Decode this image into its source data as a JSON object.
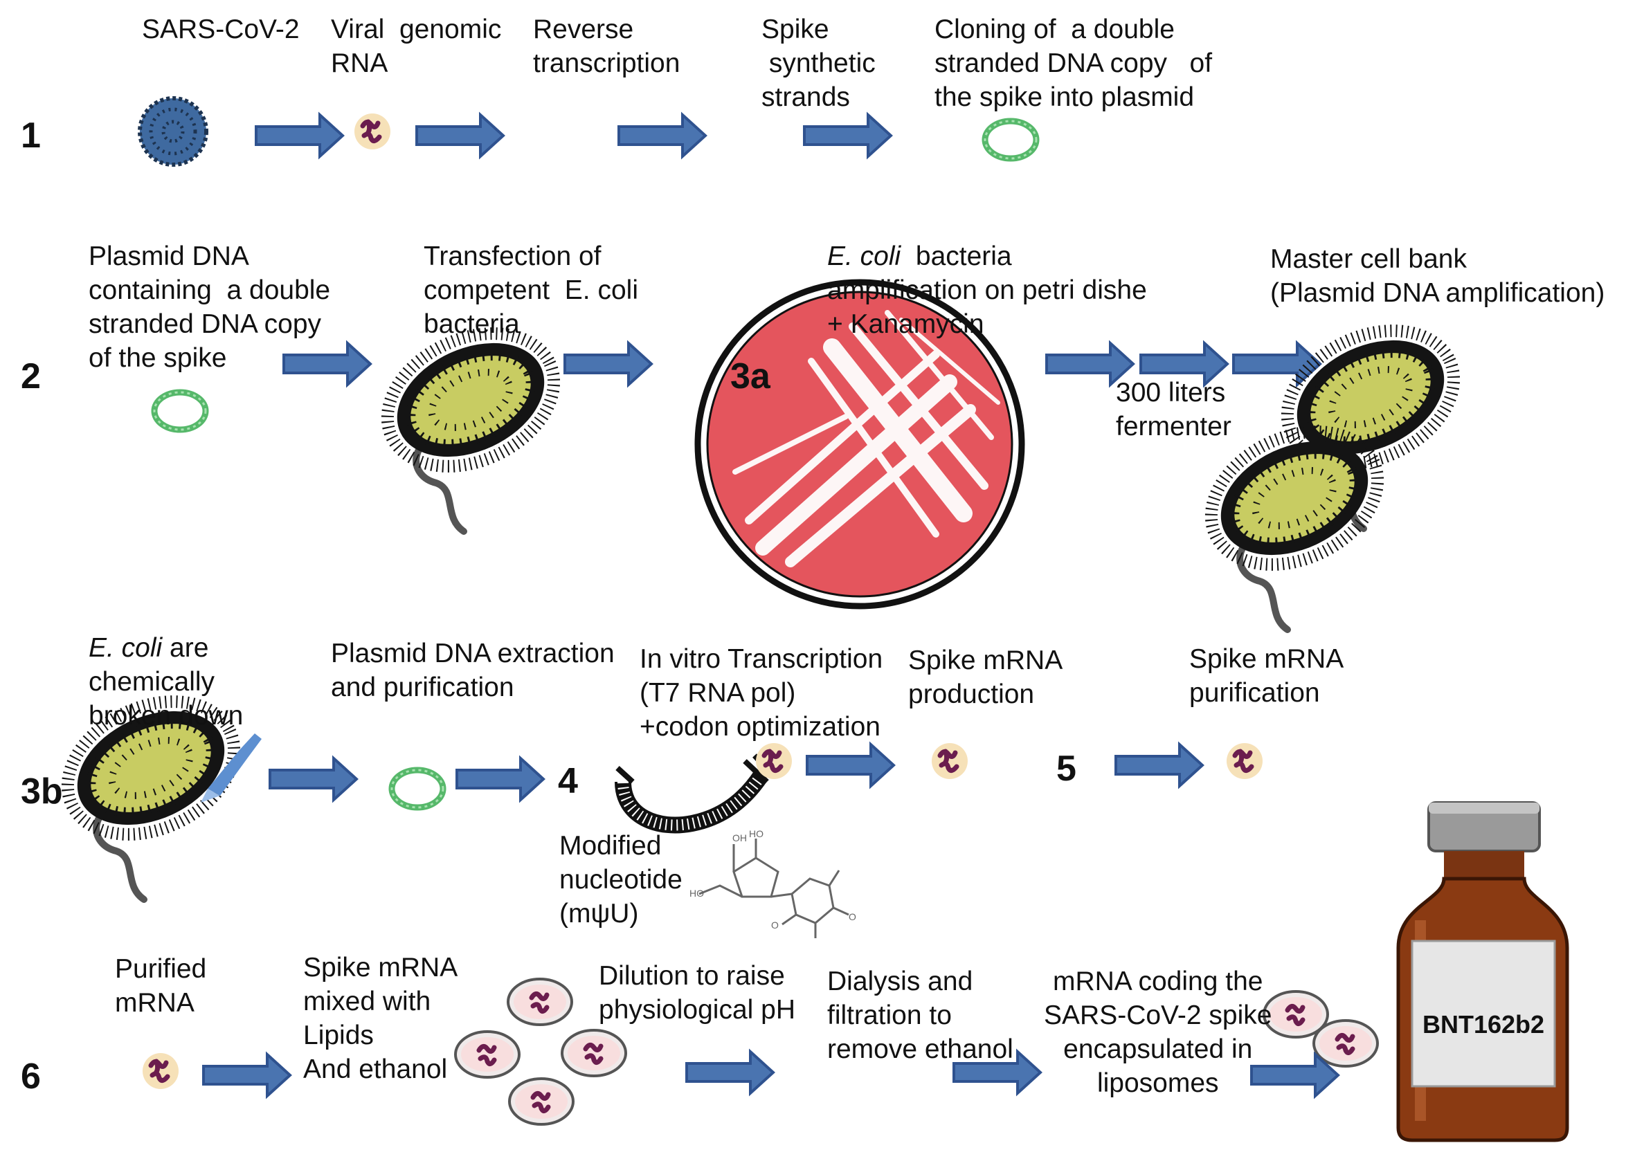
{
  "steps": {
    "s1": "1",
    "s2": "2",
    "s3a": "3a",
    "s3b": "3b",
    "s4": "4",
    "s5": "5",
    "s6": "6"
  },
  "row1": {
    "sars": "SARS-CoV-2",
    "viral_rna": "Viral  genomic\nRNA",
    "reverse": "Reverse\ntranscription",
    "spike_strands": "Spike\n synthetic\nstrands",
    "cloning": "Cloning of  a double\nstranded DNA copy   of\nthe spike into plasmid"
  },
  "row2": {
    "plasmid": "Plasmid DNA\ncontaining  a double\nstranded DNA copy\nof the spike",
    "transfection": "Transfection of\ncompetent  E. coli\nbacteria",
    "ecoli_amp_italic": "E. coli",
    "ecoli_amp_rest": "  bacteria",
    "ecoli_amp_lines": "amplification on petri dishe\n+ Kanamycin",
    "fermenter": "300 liters\nfermenter",
    "master": "Master cell bank\n(Plasmid DNA amplification)"
  },
  "row3": {
    "ecoli_broken_italic": "E. coli",
    "ecoli_broken_rest": " are",
    "ecoli_broken_lines": "chemically\nbroken down",
    "extraction": "Plasmid DNA extraction\nand purification",
    "ivt": "In vitro Transcription\n(T7 RNA pol)\n+codon optimization",
    "production": "Spike mRNA\nproduction",
    "purification": "Spike mRNA\npurification",
    "modified": "Modified\nnucleotide\n(mψU)"
  },
  "row4": {
    "purified": "Purified\nmRNA",
    "mixed": "Spike mRNA\nmixed with\nLipids\nAnd ethanol",
    "dilution": "Dilution to raise\nphysiological pH",
    "dialysis": "Dialysis and\nfiltration to\nremove ethanol",
    "encapsulated": "mRNA coding the\nSARS-CoV-2 spike\nencapsulated in\nliposomes"
  },
  "vial": {
    "label": "BNT162b2"
  },
  "colors": {
    "arrow_fill": "#4a74b0",
    "arrow_stroke": "#2f528f",
    "plasmid": "#56b86a",
    "rna_body": "#6b1d4e",
    "rna_bg": "#f6e1b8",
    "virus": "#3f6aa0",
    "bacteria_body": "#c8cc62",
    "agar": "#e4555d",
    "vial_glass": "#8a3a12"
  }
}
